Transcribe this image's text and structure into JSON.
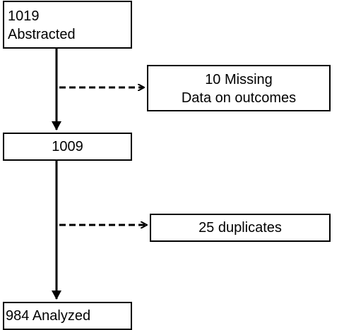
{
  "flowchart": {
    "abstracted": {
      "count": "1019",
      "label": "Abstracted"
    },
    "missing": {
      "line1": "10 Missing",
      "line2": "Data on outcomes"
    },
    "remaining": {
      "label": "1009"
    },
    "duplicates": {
      "label": "25 duplicates"
    },
    "analyzed": {
      "label": "984 Analyzed"
    }
  },
  "colors": {
    "line": "#000000",
    "box_border": "#000000",
    "background": "#ffffff"
  }
}
